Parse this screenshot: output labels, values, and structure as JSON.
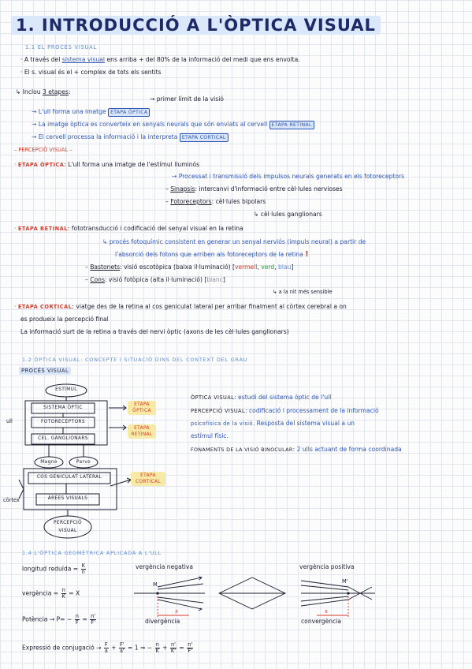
{
  "title": "1. INTRODUCCIÓ A L'ÒPTICA VISUAL",
  "s11": {
    "heading": "1.1 EL PROCÉS VISUAL",
    "b1_pre": "A través del",
    "b1_hl": "sistema visual",
    "b1_post": "ens arriba + del 80% de la informació del medi que ens envolta.",
    "b2": "El s. visual és el + complex de tots els sentits",
    "stages_intro_pre": "Inclou",
    "stages_intro_num": "3 etapes",
    "stages_intro_post": ":",
    "first_limit": "primer límit de la visió",
    "st1": "L'ull forma una imatge",
    "st1_tag": "ETAPA ÒPTICA",
    "st2": "La imatge òptica es converteix en senyals neurals que són enviats al cervell",
    "st2_tag": "ETAPA RETINAL",
    "st3": "El cervell processa la informació i la interpreta",
    "st3_tag": "ETAPA CORTICAL"
  },
  "perc": {
    "heading": "PERCEPCIÓ VISUAL",
    "optica_label": "ETAPA ÒPTICA",
    "optica_text": ": L'ull forma una imatge de l'estímul lluminós",
    "proc_line": "Processat i transmissió dels impulsos neurals generats en els fotoreceptors",
    "sinapsis_label": "Sinapsis",
    "sinapsis_text": ": intercanvi d'informació entre cèl·lules nervioses",
    "foto_label": "Fotoreceptors",
    "foto_text": ": cèl·lules bipolars",
    "gang": "cèl·lules ganglionars",
    "retinal_label": "ETAPA RETINAL",
    "retinal_text": ": fototransducció i codificació del senyal visual en la retina",
    "proc_foto": "procés fotoquímic consistent en generar un senyal nerviós (impuls neural) a partir de",
    "absorcio": "l'absorció dels fotons que arriben als fotoreceptors de la retina",
    "excl": "!",
    "bast_label": "Bastonets",
    "bast_text": ": visió escotòpica (baixa il·luminació) [",
    "bast_red": "vermell",
    "bast_green": "verd",
    "bast_blue": "blau",
    "bast_end": "]",
    "cons_label": "Cons",
    "cons_text": ": visió fotòpica (alta il·luminació) [",
    "cons_gray": "blanc",
    "cons_end": "]",
    "nit": "a la nit més sensible",
    "cortical_label": "ETAPA CORTICAL",
    "cortical_text": ": viatge des de la retina al cos geniculat lateral per arribar finalment al còrtex cerebral a on",
    "cortical_text2": "es produeix la percepció final",
    "cortical_text3": "La informació surt de la retina a través del nervi òptic (axons de les cèl·lules ganglionars)"
  },
  "s12": {
    "heading": "1.2 ÒPTICA VISUAL: CONCEPTE I SITUACIÓ DINS DEL CONTEXT DEL GRAU",
    "proces": "PROCÉS VISUAL",
    "d_estimul": "ESTÍMUL",
    "d_sistema": "SISTEMA ÒPTIC",
    "d_foto": "FOTORECEPTORS",
    "d_cel": "CEL. GANGLIONARS",
    "d_magno": "Magno",
    "d_parvo": "Parvo",
    "d_cos": "COS GENICULAT LATERAL",
    "d_arees": "ÀREES VISUALS",
    "d_perc1": "PERCEPCIÓ",
    "d_perc2": "VISUAL",
    "d_ull": "ull",
    "d_cortex": "còrtex",
    "d_tag1a": "ETAPA",
    "d_tag1b": "ÒPTICA",
    "d_tag2a": "ETAPA",
    "d_tag2b": "RETINAL",
    "d_tag3a": "ETAPA",
    "d_tag3b": "CORTICAL",
    "def1_label": "ÒPTICA VISUAL",
    "def1_text": ": estudi del sistema òptic de l'ull",
    "def2_label": "PERCEPCIÓ VISUAL",
    "def2_text": ": codificació i processament de la informació",
    "def2_text2": "psicofísica de la visió",
    "def2_text3": ". Resposta del sistema visual a un",
    "def2_text4": "estímul físic.",
    "def3_label": "FONAMENTS DE LA VISIÓ BINOCULAR",
    "def3_text": ": 2 ulls actuant de forma coordinada"
  },
  "s14": {
    "heading": "1.4 L'ÒPTICA GEOMÈTRICA APLICADA A L'ULL",
    "lred": "longitud reduïda =",
    "lred_n": "K",
    "lred_d": "n",
    "verg": "vergència =",
    "verg_n": "n",
    "verg_d": "K",
    "verg_end": "= X",
    "pot": "Potència",
    "pot_mid": "P= −",
    "pot_n1": "n",
    "pot_d1": "F",
    "pot_eq": "=",
    "pot_n2": "n'",
    "pot_d2": "F'",
    "conj": "Expressió de conjugació",
    "c_f": "F",
    "c_a": "a",
    "c_plus": "+",
    "c_f2": "F'",
    "c_a2": "a'",
    "c_eq": "= 1 ⇒ −",
    "c_n": "n",
    "c_k": "K",
    "c_plus2": "+",
    "c_n2": "n'",
    "c_k2": "K'",
    "c_eq2": "=",
    "c_n3": "n'",
    "c_f3": "F'",
    "neg_title": "vergència negativa",
    "pos_title": "vergència positiva",
    "divergencia": "divergència",
    "convergencia": "convergència",
    "m": "M",
    "m2": "M'",
    "x": "x"
  }
}
